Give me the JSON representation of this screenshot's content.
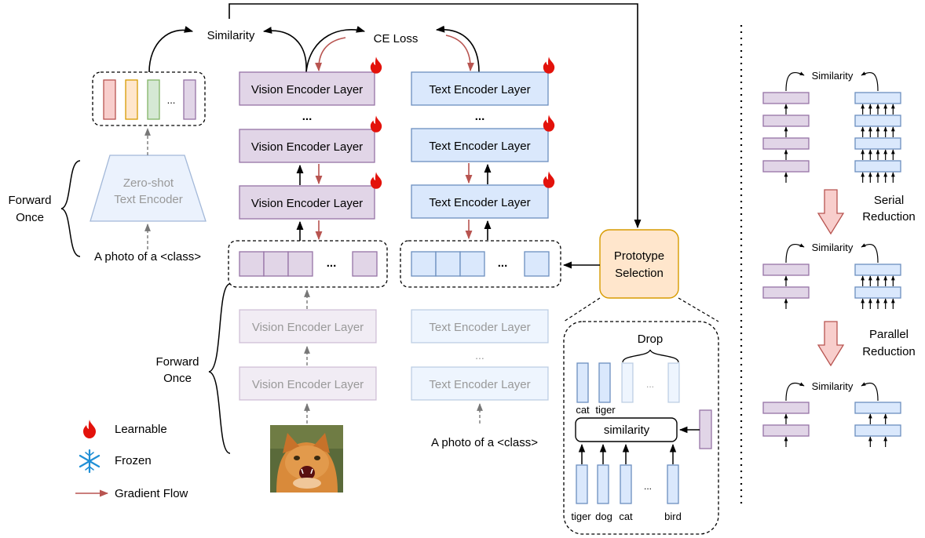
{
  "similarity": "Similarity",
  "ce_loss": "CE Loss",
  "vision_layer": "Vision Encoder Layer",
  "text_layer": "Text Encoder Layer",
  "ellipsis": "...",
  "zero_shot_encoder": [
    "Zero-shot",
    "Text Encoder"
  ],
  "forward_once": [
    "Forward",
    "Once"
  ],
  "prompt": "A photo of a <class>",
  "prototype_selection": [
    "Prototype",
    "Selection"
  ],
  "inset": {
    "drop": "Drop",
    "similarity": "similarity",
    "kept_classes": [
      "cat",
      "tiger"
    ],
    "all_classes": [
      "tiger",
      "dog",
      "cat",
      "bird"
    ]
  },
  "legend": {
    "learnable": "Learnable",
    "frozen": "Frozen",
    "gradient_flow": "Gradient Flow"
  },
  "right_panel": {
    "serial": [
      "Serial",
      "Reduction"
    ],
    "parallel": [
      "Parallel",
      "Reduction"
    ]
  },
  "colors": {
    "vision_fill": "#e1d5e7",
    "vision_stroke": "#9673a6",
    "text_fill": "#dae8fc",
    "text_stroke": "#6c8ebf",
    "prototype_fill": "#ffe6cc",
    "prototype_stroke": "#d79b00",
    "gradient": "#b85450",
    "red_token": "#f8cecc",
    "orange_token": "#ffe6cc",
    "green_token": "#d5e8d4"
  }
}
